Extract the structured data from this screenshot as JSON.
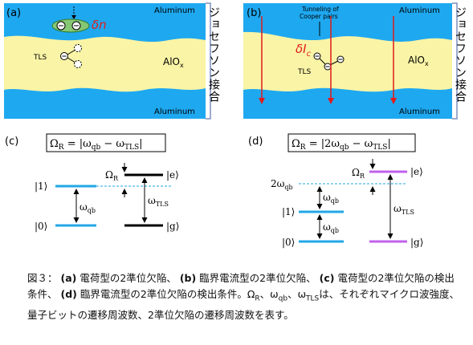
{
  "panels": {
    "a": {
      "label": "(a)",
      "electrode_top": "Aluminum",
      "electrode_bottom": "Aluminum",
      "barrier": "AlO",
      "barrier_sub": "x",
      "tls": "TLS",
      "charge_fluct": "δn",
      "side_label": "ジョセフソン接合"
    },
    "b": {
      "label": "(b)",
      "electrode_top": "Aluminum",
      "electrode_bottom": "Aluminum",
      "barrier": "AlO",
      "barrier_sub": "x",
      "tls": "TLS",
      "current_fluct": "δI",
      "current_fluct_sub": "c",
      "tunneling_line1": "Tunneling of",
      "tunneling_line2": "Cooper pairs",
      "side_label": "ジョセフソン接合"
    },
    "c": {
      "label": "(c)",
      "condition": "Ω",
      "condition_sub": "R",
      "condition_rhs": " = |ω",
      "condition_rhs_sub1": "qb",
      "condition_rhs_mid": " − ω",
      "condition_rhs_sub2": "TLS",
      "condition_rhs_end": "|",
      "state_1": "|1⟩",
      "state_0": "|0⟩",
      "state_e": "|e⟩",
      "state_g": "|g⟩",
      "omega_qb": "ω",
      "omega_qb_sub": "qb",
      "omega_tls": "ω",
      "omega_tls_sub": "TLS",
      "omega_r": "Ω",
      "omega_r_sub": "R"
    },
    "d": {
      "label": "(d)",
      "condition": "Ω",
      "condition_sub": "R",
      "condition_rhs": " = |2ω",
      "condition_rhs_sub1": "qb",
      "condition_rhs_mid": " − ω",
      "condition_rhs_sub2": "TLS",
      "condition_rhs_end": "|",
      "two_omega": "2ω",
      "two_omega_sub": "qb",
      "state_1": "|1⟩",
      "state_0": "|0⟩",
      "state_e": "|e⟩",
      "state_g": "|g⟩",
      "omega_qb": "ω",
      "omega_qb_sub": "qb",
      "omega_tls": "ω",
      "omega_tls_sub": "TLS",
      "omega_r": "Ω",
      "omega_r_sub": "R"
    }
  },
  "caption": {
    "prefix": "図３：",
    "a_tag": "(a)",
    "a_text": "電荷型の2準位欠陥、",
    "b_tag": "(b)",
    "b_text": "臨界電流型の2準位欠陥、",
    "c_tag": "(c)",
    "c_text": "電荷型の2準位欠陥の検出条件、",
    "d_tag": "(d)",
    "d_text": "臨界電流型の2準位欠陥の検出条件。",
    "sym1": "Ω",
    "sym1_sub": "R",
    "sep1": "、ω",
    "sym2_sub": "qb",
    "sep2": "、ω",
    "sym3_sub": "TLS",
    "tail": "は、それぞれマイクロ波強度、量子ビットの遷移周波数、2準位欠陥の遷移周波数を表す。"
  },
  "colors": {
    "electrode": "#1ea8f0",
    "barrier": "#f9f4a6",
    "level_blue": "#22a7e6",
    "level_black": "#000000",
    "level_purple": "#c061ec",
    "red": "#e21b1b",
    "bracket": "#7d8fbf"
  }
}
